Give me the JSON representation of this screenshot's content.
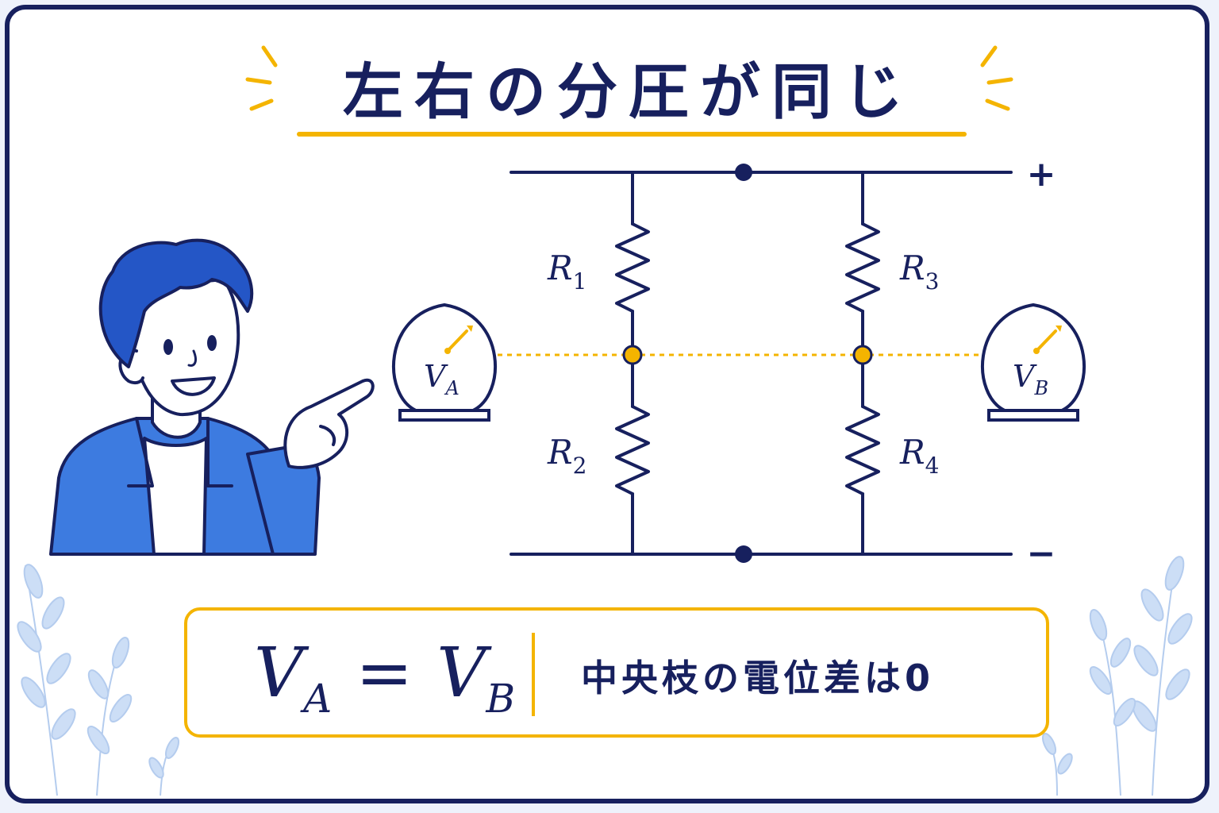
{
  "title": "左右の分圧が同じ",
  "terminals": {
    "plus": "+",
    "minus": "−"
  },
  "resistors": {
    "r1": {
      "letter": "R",
      "sub": "1"
    },
    "r2": {
      "letter": "R",
      "sub": "2"
    },
    "r3": {
      "letter": "R",
      "sub": "3"
    },
    "r4": {
      "letter": "R",
      "sub": "4"
    }
  },
  "meters": {
    "left": {
      "letter": "V",
      "sub": "A"
    },
    "right": {
      "letter": "V",
      "sub": "B"
    }
  },
  "equation": {
    "lhs_letter": "V",
    "lhs_sub": "A",
    "op": "=",
    "rhs_letter": "V",
    "rhs_sub": "B"
  },
  "note": "中央枝の電位差は0",
  "colors": {
    "navy": "#17205e",
    "accent": "#f4b400",
    "blue": "#2f6fd6"
  }
}
